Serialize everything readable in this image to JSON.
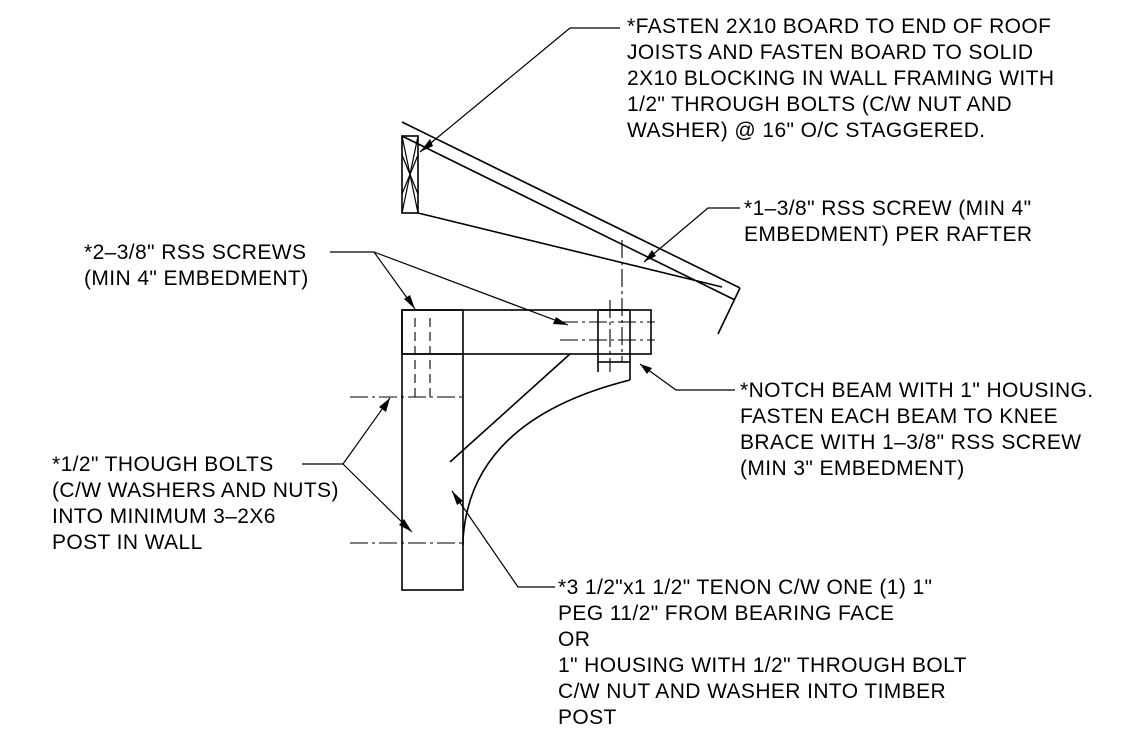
{
  "notes": {
    "fasten_board": [
      "*FASTEN 2X10 BOARD TO END OF ROOF",
      "JOISTS AND FASTEN BOARD TO SOLID",
      "2X10 BLOCKING IN  WALL FRAMING WITH",
      "1/2\" THROUGH BOLTS (C/W NUT AND",
      "WASHER) @ 16\" O/C STAGGERED."
    ],
    "rss_screw_rafter": [
      "*1–3/8\" RSS SCREW (MIN 4\"",
      "EMBEDMENT) PER RAFTER"
    ],
    "rss_screws_two": [
      "*2–3/8\" RSS SCREWS",
      "(MIN 4\" EMBEDMENT)"
    ],
    "notch_beam": [
      "*NOTCH BEAM WITH 1\" HOUSING.",
      "FASTEN EACH BEAM TO KNEE",
      "BRACE WITH 1–3/8\" RSS SCREW",
      "(MIN 3\" EMBEDMENT)"
    ],
    "through_bolts": [
      "*1/2\" THOUGH BOLTS",
      "(C/W WASHERS AND NUTS)",
      "INTO MINIMUM 3–2X6",
      "POST IN WALL"
    ],
    "tenon": [
      "*3 1/2\"x1 1/2\" TENON C/W ONE (1) 1\"",
      "PEG 11/2\" FROM BEARING FACE",
      "OR",
      "1\" HOUSING WITH 1/2\" THROUGH BOLT",
      "C/W NUT AND WASHER INTO TIMBER",
      "POST"
    ]
  }
}
